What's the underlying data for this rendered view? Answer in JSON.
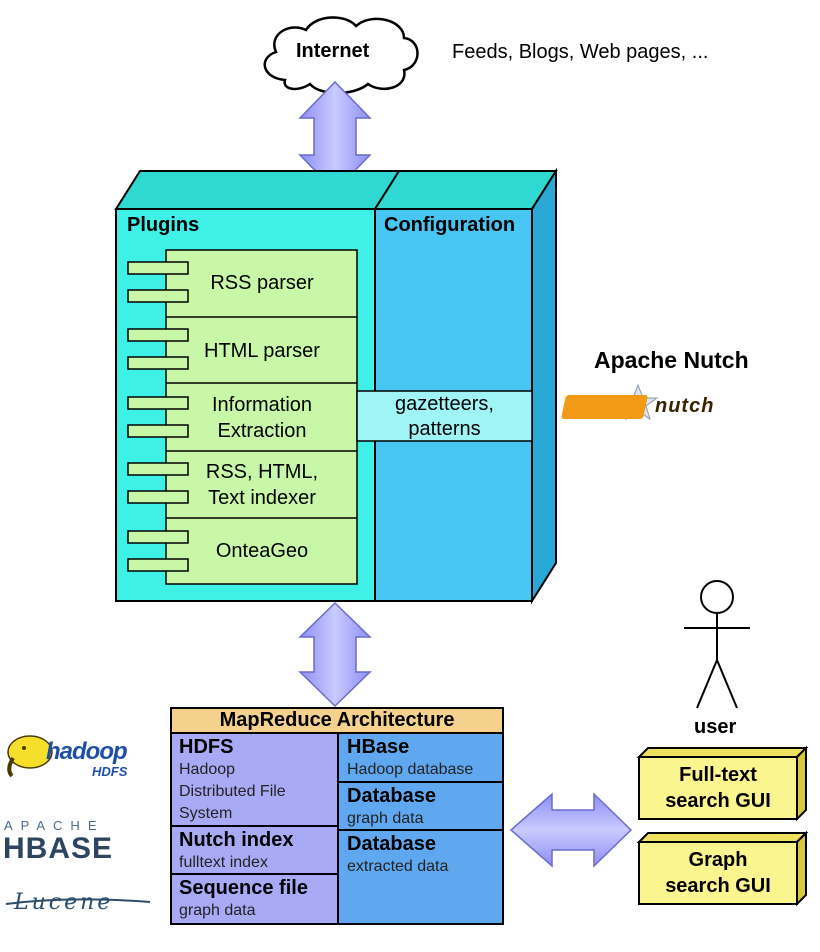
{
  "internet": {
    "label": "Internet",
    "sources": "Feeds, Blogs, Web pages, ..."
  },
  "nutch": {
    "title": "Apache Nutch",
    "logo_text": "nutch",
    "plugins_header": "Plugins",
    "configuration_header": "Configuration",
    "plugins": [
      {
        "line1": "RSS parser",
        "line2": ""
      },
      {
        "line1": "HTML parser",
        "line2": ""
      },
      {
        "line1": "Information",
        "line2": "Extraction"
      },
      {
        "line1": "RSS, HTML,",
        "line2": "Text indexer"
      },
      {
        "line1": "OnteaGeo",
        "line2": ""
      }
    ],
    "config_item": {
      "line1": "gazetteers,",
      "line2": "patterns"
    }
  },
  "mapreduce": {
    "title": "MapReduce Architecture",
    "left": [
      {
        "title": "HDFS",
        "sub": [
          "Hadoop",
          "Distributed File",
          "System"
        ]
      },
      {
        "title": "Nutch index",
        "sub": [
          "fulltext index"
        ]
      },
      {
        "title": "Sequence file",
        "sub": [
          "graph data"
        ]
      }
    ],
    "right": [
      {
        "title": "HBase",
        "sub": [
          "Hadoop database"
        ]
      },
      {
        "title": "Database",
        "sub": [
          "graph data"
        ]
      },
      {
        "title": "Database",
        "sub": [
          "extracted data"
        ]
      }
    ]
  },
  "user": {
    "label": "user"
  },
  "guis": [
    {
      "line1": "Full-text",
      "line2": "search GUI"
    },
    {
      "line1": "Graph",
      "line2": "search GUI"
    }
  ],
  "logos": {
    "hadoop": {
      "main": "hadoop",
      "sub": "HDFS"
    },
    "hbase": {
      "top": "APACHE",
      "main": "HBASE"
    },
    "lucene": {
      "main": "Lucene"
    }
  },
  "colors": {
    "plugins_panel": "#3ff0e6",
    "config_panel": "#47c6f4",
    "plugin_box": "#c8f7a8",
    "config_box": "#9ff5f5",
    "arrow": "#9b9cf4",
    "mr_header": "#f4d28e",
    "mr_left": "#a9aaf6",
    "mr_right": "#5fa8f0",
    "gui_box": "#fbf58f"
  }
}
